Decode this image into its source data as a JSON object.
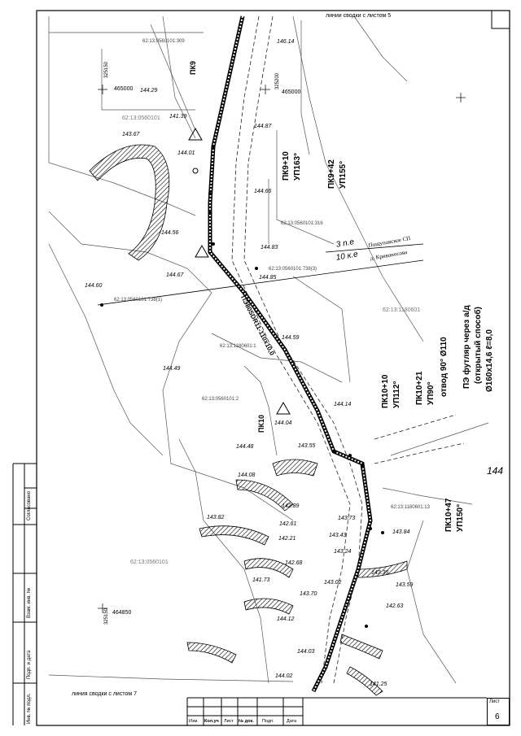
{
  "sheet": {
    "top_note": "линии сводки с листом 5",
    "bottom_note": "линия сводки с листом 7",
    "sheet_label": "Лист",
    "sheet_number": "6",
    "stamp_cells": [
      "Изм.",
      "Кол.уч",
      "Лист",
      "№ док.",
      "Подп.",
      "Дата"
    ],
    "side_labels": [
      "Согласовано",
      "Взам. инв. №",
      "Подп. и дата",
      "Инв. № подл."
    ]
  },
  "parcels": {
    "p1": "62:13:0560101:309",
    "p2": "62:13:0560101",
    "p3": "62:13:1180601",
    "p4": "62:13:0560101:316",
    "p5": "62:13:0560101:738(3)",
    "p6": "62:13:0560101:738(1)",
    "p7": "62:13:1180601:1",
    "p8": "62:13:0560101:2",
    "p9": "62:13:0560101",
    "p10": "62:13:1180601:13"
  },
  "coords": {
    "grid_a_y": "325150",
    "grid_a_x": "465000",
    "grid_b_y": "325200",
    "grid_b_x": "465000",
    "grid_c_y": "325150",
    "grid_c_x": "464850"
  },
  "elevations": {
    "e1": "146.14",
    "e2": "144.29",
    "e3": "141.39",
    "e4": "144.87",
    "e5": "143.67",
    "e6": "144.01",
    "e7": "144.66",
    "e8": "144.56",
    "e9": "144.83",
    "e10": "144.85",
    "e11": "144.60",
    "e12": "144.67",
    "e13": "144.59",
    "e14": "144.49",
    "e15": "144.14",
    "e16": "144.04",
    "e17": "144.48",
    "e18": "143.55",
    "e19": "144.08",
    "e20": "142.89",
    "e21": "143.82",
    "e22": "142.61",
    "e23": "142.21",
    "e24": "143.73",
    "e25": "143.43",
    "e26": "143.24",
    "e27": "143.84",
    "e28": "142.68",
    "e29": "141.73",
    "e30": "143.02",
    "e31": "143.35",
    "e32": "143.59",
    "e33": "143.70",
    "e34": "144.12",
    "e35": "142.63",
    "e36": "144.03",
    "e37": "144.02",
    "e38": "141.25",
    "e39": "144"
  },
  "pickets": {
    "pk9": "ПК9",
    "pk9_10": "ПК9+10",
    "up163": "УП163°",
    "pk9_42": "ПК9+42",
    "up155": "УП155°",
    "pk10": "ПК10",
    "pk10_10": "ПК10+10",
    "up112": "УП112°",
    "pk10_21": "ПК10+21",
    "up90": "УП90°",
    "pk10_47": "ПК10+47",
    "up150": "УП150°"
  },
  "annotations": {
    "pipe": "ПЭ80SDR11-110x10,0",
    "bend": "отвод 90° Ø110",
    "casing1": "ПЭ футляр через а/д",
    "casing2": "(открытый способ)",
    "casing3": "Ø160x14,6  ℓ=8,0",
    "road1": "3 n.e",
    "road2": "10 к.е",
    "village1": "Пощуповское СП",
    "village2": "д. Кривоносова"
  },
  "colors": {
    "line": "#000000",
    "thin": "#333333",
    "grey": "#777777",
    "paper": "#ffffff"
  }
}
